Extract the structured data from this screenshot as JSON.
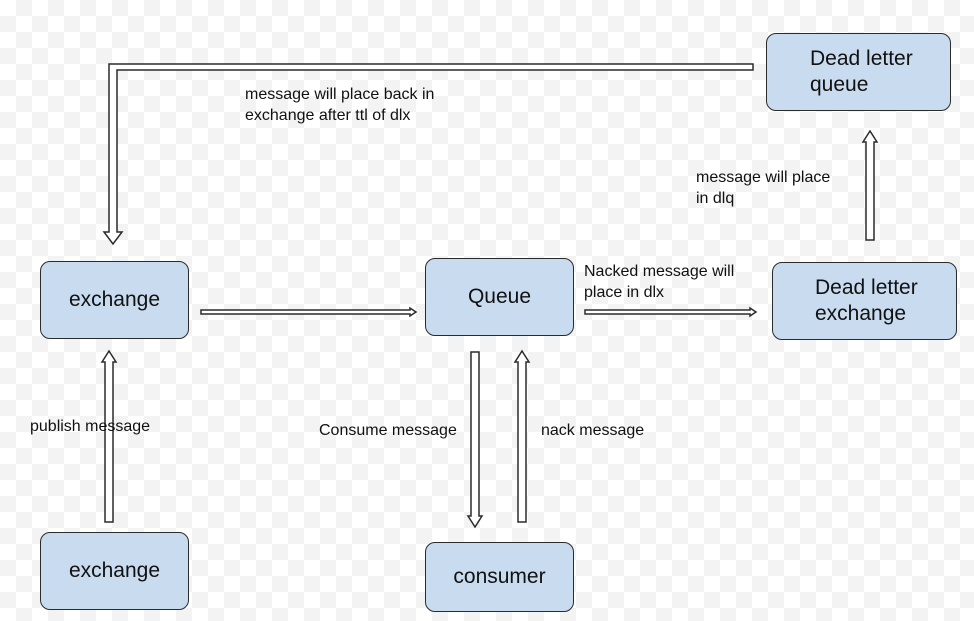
{
  "nodes": {
    "exchange_main": "exchange",
    "exchange_publisher": "exchange",
    "queue": "Queue",
    "consumer": "consumer",
    "dlx": "Dead letter\nexchange",
    "dlq": "Dead letter\nqueue"
  },
  "edge_labels": {
    "back_to_exchange": "message will place back in\nexchange after ttl of dlx",
    "to_dlq": "message will place\nin dlq",
    "nacked_to_dlx": "Nacked message will\nplace in dlx",
    "publish": "publish message",
    "consume": "Consume message",
    "nack": "nack message"
  },
  "colors": {
    "node_fill": "#c9dbef",
    "stroke": "#2b2b2b"
  }
}
